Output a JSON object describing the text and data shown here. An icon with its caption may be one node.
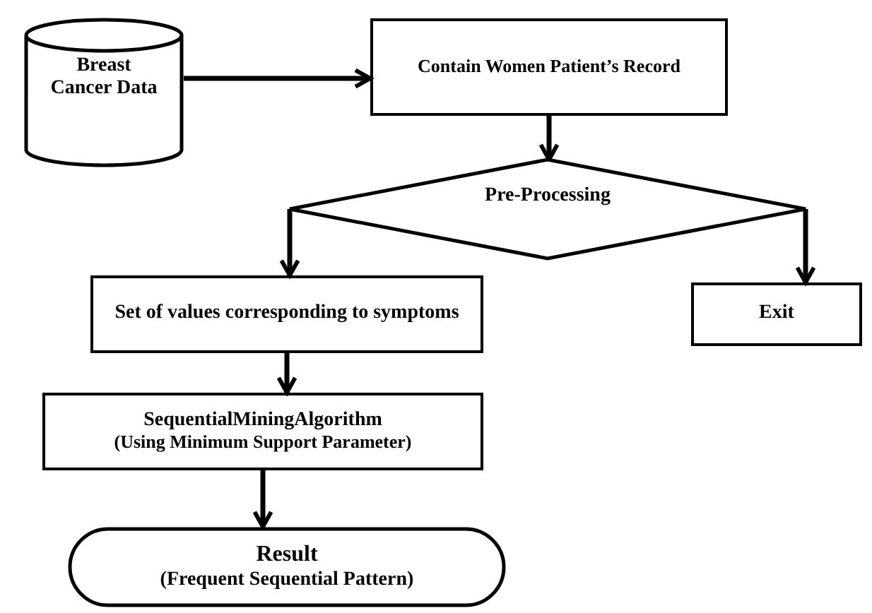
{
  "diagram": {
    "nodes": [
      {
        "text": [
          "Breast Cancer Data"
        ]
      },
      {
        "text": [
          "Contain Women Patient’s Record"
        ]
      },
      {
        "text": [
          "Pre-Processing"
        ]
      },
      {
        "text": [
          "Set of values corresponding to symptoms"
        ]
      },
      {
        "text": [
          "Exit"
        ]
      },
      {
        "text": [
          "SequentialMiningAlgorithm",
          "(Using Minimum Support Parameter)"
        ]
      },
      {
        "text": [
          "Result",
          "(Frequent Sequential Pattern)"
        ]
      }
    ],
    "edges": [
      {
        "from": 0,
        "to": 1,
        "arrow": "to"
      },
      {
        "from": 1,
        "to": 2,
        "arrow": "to"
      },
      {
        "from": 2,
        "to": 3,
        "arrow": "to"
      },
      {
        "from": 2,
        "to": 4,
        "arrow": "to"
      },
      {
        "from": 3,
        "to": 5,
        "arrow": "to"
      },
      {
        "from": 5,
        "to": 6,
        "arrow": "to"
      }
    ]
  }
}
